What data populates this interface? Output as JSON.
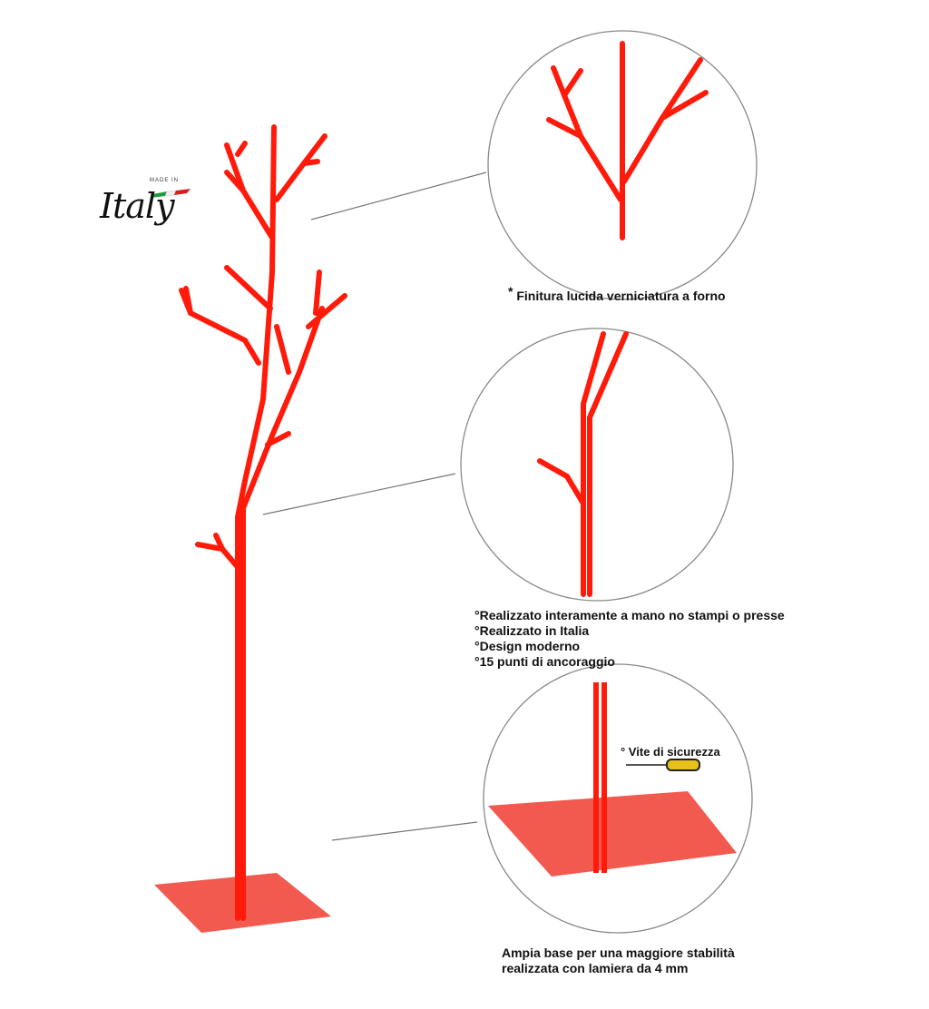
{
  "logo": {
    "made_in": "MADE IN",
    "country": "Italy"
  },
  "captions": {
    "finish": {
      "asterisk": "*",
      "text": "Finitura lucida verniciatura a forno"
    },
    "features": [
      "°Realizzato interamente a mano no stampi o presse",
      "°Realizzato in Italia",
      "°Design moderno",
      "°15 punti di ancoraggio"
    ],
    "screw": "° Vite di sicurezza",
    "base": [
      "Ampia base per una maggiore stabilità",
      "realizzata con lamiera da 4 mm"
    ]
  },
  "colors": {
    "product": "#ff1a0a",
    "base": "#f25a50",
    "circle": "#888888"
  }
}
